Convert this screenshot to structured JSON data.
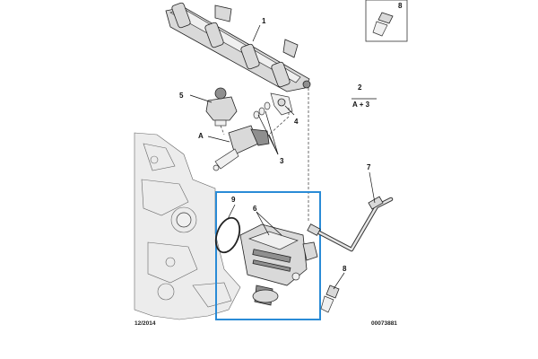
{
  "callouts": {
    "c1": "1",
    "c2": "2",
    "c2_sub": "A + 3",
    "c3": "3",
    "c4": "4",
    "c5": "5",
    "c6": "6",
    "c7": "7",
    "c8_inset": "8",
    "c8_main": "8",
    "c9": "9",
    "cA": "A"
  },
  "footer": {
    "date": "12/2014",
    "ref": "00073881"
  },
  "colors": {
    "highlight_box": "#2a8bd6",
    "line": "#222222"
  }
}
